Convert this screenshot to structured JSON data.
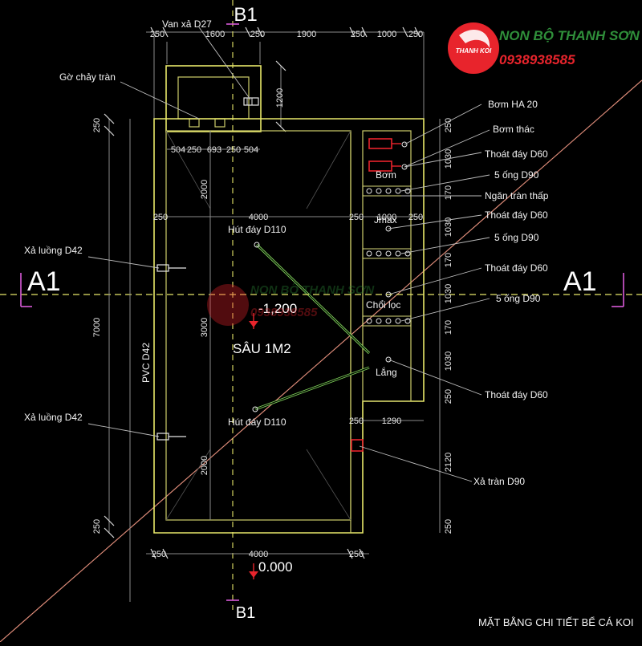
{
  "brand": {
    "name": "NON BỘ THANH SƠN",
    "phone": "0938938585",
    "badge_text": "THANH KOI",
    "badge_color": "#e8242c",
    "name_color": "#2f8f3a",
    "phone_color": "#e8242c"
  },
  "axes": {
    "top_b1": "B1",
    "bottom_b1": "B1",
    "left_a1": "A1",
    "right_a1": "A1"
  },
  "labels": {
    "van_xa": "Van xả D27",
    "go_chay_tran": "Gờ chảy tràn",
    "bom_ha": "Bơm HA 20",
    "bom_thac": "Bơm thác",
    "thoat_day_1": "Thoát đáy D60",
    "nam_ong_1": "5 ống D90",
    "ngan_tran_thap": "Ngăn tràn thấp",
    "thoat_day_2": "Thoát đáy D60",
    "nam_ong_2": "5 ống D90",
    "thoat_day_3": "Thoát đáy D60",
    "nam_ong_3": "5 ống D90",
    "thoat_day_4": "Thoát đáy D60",
    "xa_tran": "Xả tràn D90",
    "xa_luong_1": "Xả luồng D42",
    "xa_luong_2": "Xả luồng D42",
    "pvc": "PVC D42",
    "hut_day_1": "Hút đáy D110",
    "hut_day_2": "Hút đáy D110",
    "level_pond": "-1,200",
    "depth": "SÂU 1M2",
    "level_ground": "0.000",
    "bom": "Bơm",
    "jmax": "Jmax",
    "choi_loc": "Chổi lọc",
    "lang": "Lắng",
    "title": "MẶT BẰNG CHI TIẾT BỂ CÁ KOI"
  },
  "dims": {
    "top_row": [
      "250",
      "1600",
      "250",
      "1900",
      "250",
      "1000",
      "250"
    ],
    "weir_row": [
      "504",
      "250",
      "693",
      "250",
      "504"
    ],
    "upper_row": [
      "250",
      "4000",
      "250",
      "1000",
      "250"
    ],
    "filter_row": [
      "250",
      "1290"
    ],
    "bottom_row": [
      "250",
      "4000",
      "250"
    ],
    "left_col": [
      "250",
      "7000",
      "250"
    ],
    "right_col": [
      "250",
      "1030",
      "170",
      "1030",
      "170",
      "1030",
      "170",
      "1030",
      "250",
      "2120",
      "250"
    ],
    "inner_left": [
      "2000",
      "3000",
      "2000"
    ],
    "weir_height": "1200"
  }
}
